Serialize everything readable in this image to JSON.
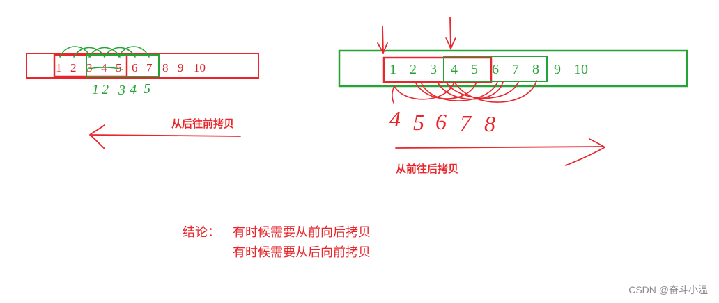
{
  "colors": {
    "red": "#e8262b",
    "green": "#24a436",
    "ink": "#d8232a",
    "watermark": "#8a8a8a"
  },
  "left_diagram": {
    "numbers": [
      "1",
      "2",
      "3",
      "4",
      "5",
      "6",
      "7",
      "8",
      "9",
      "10"
    ],
    "handwritten": [
      "1",
      "2",
      "3",
      "4",
      "5"
    ],
    "caption": "从后往前拷贝"
  },
  "right_diagram": {
    "numbers": [
      "1",
      "2",
      "3",
      "4",
      "5",
      "6",
      "7",
      "8",
      "9",
      "10"
    ],
    "handwritten": [
      "4",
      "5",
      "6",
      "7",
      "8"
    ],
    "caption": "从前往后拷贝"
  },
  "conclusion": {
    "label": "结论：",
    "line1": "有时候需要从前向后拷贝",
    "line2": "有时候需要从后向前拷贝"
  },
  "watermark": "CSDN @奋斗小温"
}
